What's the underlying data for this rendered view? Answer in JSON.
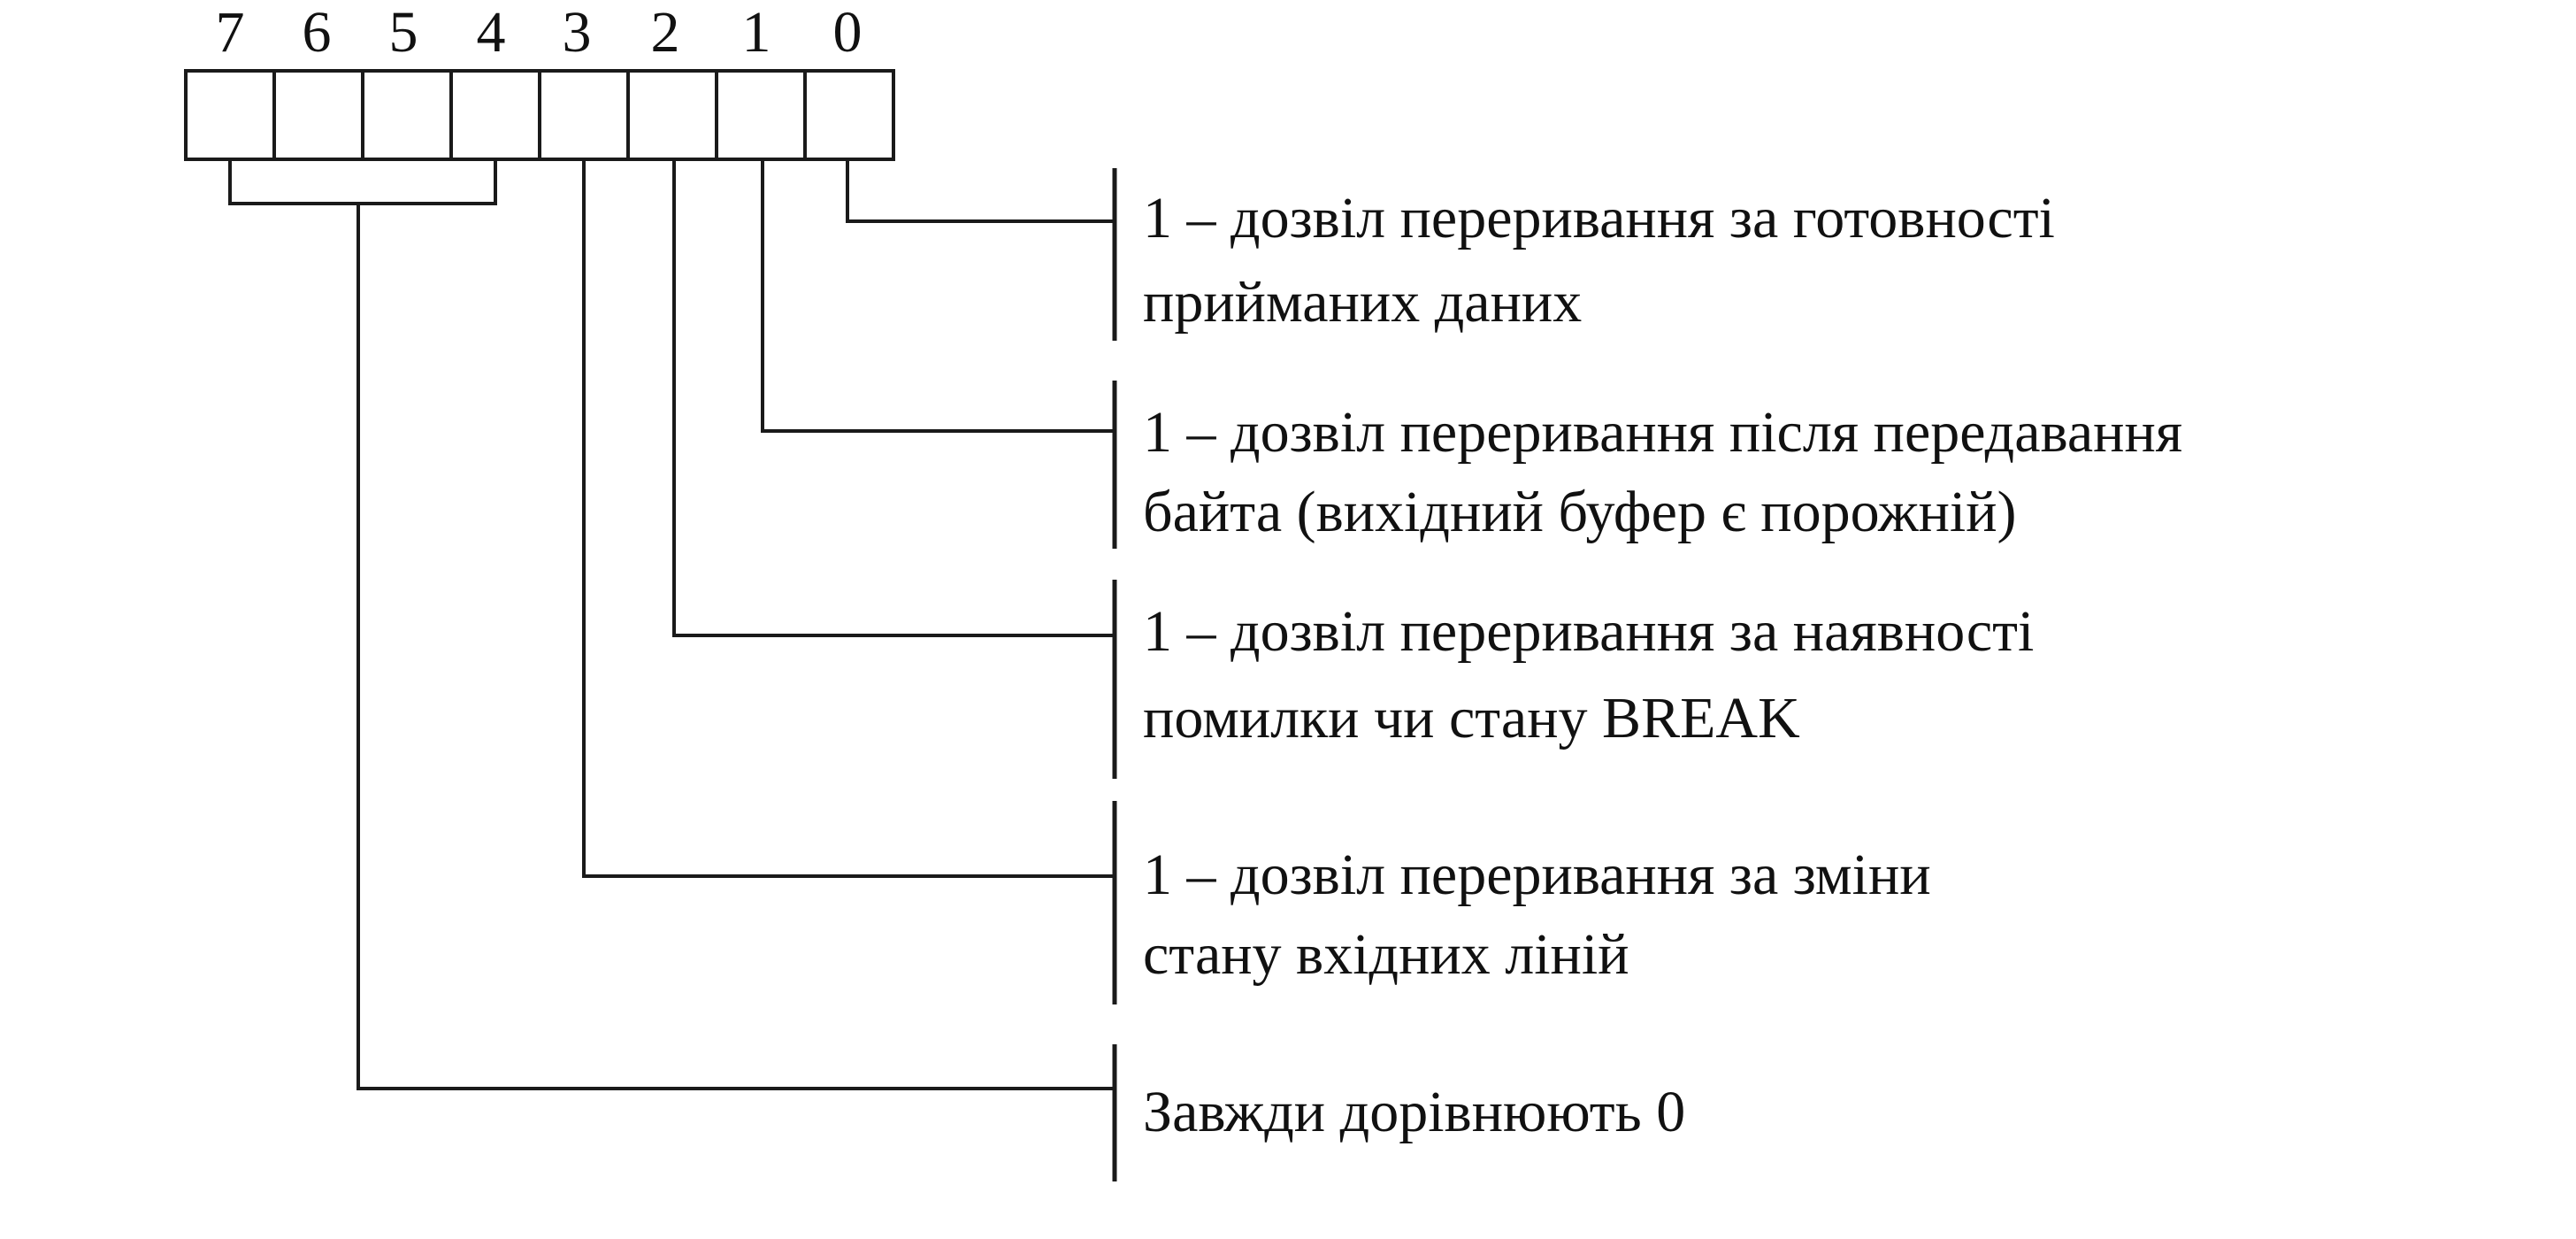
{
  "register": {
    "bits": [
      "7",
      "6",
      "5",
      "4",
      "3",
      "2",
      "1",
      "0"
    ]
  },
  "descriptions": [
    {
      "bits": "0",
      "lines": [
        "1 – дозвіл переривання за готовності",
        "прийманих даних"
      ]
    },
    {
      "bits": "1",
      "lines": [
        "1 – дозвіл переривання після передавання",
        "байта (вихідний буфер є порожній)"
      ]
    },
    {
      "bits": "2",
      "lines": [
        "1 – дозвіл переривання за наявності",
        "помилки чи стану BREAK"
      ]
    },
    {
      "bits": "3",
      "lines": [
        "1 – дозвіл переривання за зміни",
        "стану вхідних ліній"
      ]
    },
    {
      "bits": "7-4",
      "lines": [
        "Завжди дорівнюють 0"
      ]
    }
  ]
}
